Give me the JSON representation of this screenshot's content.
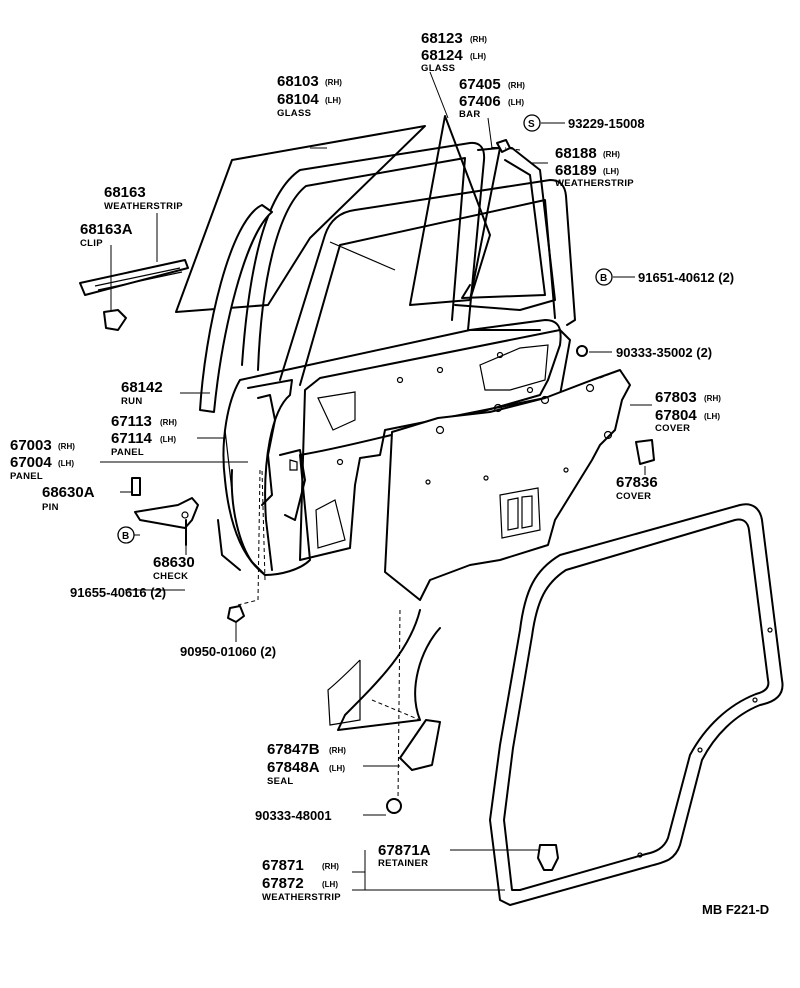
{
  "diagram_code": "MB F221-D",
  "parts": {
    "glass_front": {
      "pn1": "68103",
      "sfx1": "(RH)",
      "pn2": "68104",
      "sfx2": "(LH)",
      "name": "GLASS"
    },
    "glass_rear": {
      "pn1": "68123",
      "sfx1": "(RH)",
      "pn2": "68124",
      "sfx2": "(LH)",
      "name": "GLASS"
    },
    "bar": {
      "pn1": "67405",
      "sfx1": "(RH)",
      "pn2": "67406",
      "sfx2": "(LH)",
      "name": "BAR"
    },
    "screw_s": {
      "symbol": "S",
      "pn": "93229-15008"
    },
    "weatherstrip_glass": {
      "pn1": "68188",
      "sfx1": "(RH)",
      "pn2": "68189",
      "sfx2": "(LH)",
      "name": "WEATHERSTRIP"
    },
    "weatherstrip_belt": {
      "pn": "68163",
      "name": "WEATHERSTRIP"
    },
    "clip": {
      "pn": "68163A",
      "name": "CLIP"
    },
    "bolt_b1": {
      "symbol": "B",
      "pn": "91651-40612 (2)"
    },
    "plug": {
      "pn": "90333-35002 (2)"
    },
    "run": {
      "pn": "68142",
      "name": "RUN"
    },
    "cover": {
      "pn1": "67803",
      "sfx1": "(RH)",
      "pn2": "67804",
      "sfx2": "(LH)",
      "name": "COVER"
    },
    "panel_inner": {
      "pn1": "67113",
      "sfx1": "(RH)",
      "pn2": "67114",
      "sfx2": "(LH)",
      "name": "PANEL"
    },
    "panel_outer": {
      "pn1": "67003",
      "sfx1": "(RH)",
      "pn2": "67004",
      "sfx2": "(LH)",
      "name": "PANEL"
    },
    "pin": {
      "pn": "68630A",
      "name": "PIN"
    },
    "cover_small": {
      "pn": "67836",
      "name": "COVER"
    },
    "check": {
      "symbol": "B",
      "pn": "68630",
      "name": "CHECK"
    },
    "bolt_b2": {
      "pn": "91655-40616 (2)"
    },
    "grommet": {
      "pn": "90950-01060 (2)"
    },
    "seal": {
      "pn1": "67847B",
      "sfx1": "(RH)",
      "pn2": "67848A",
      "sfx2": "(LH)",
      "name": "SEAL"
    },
    "plug2": {
      "pn": "90333-48001"
    },
    "retainer": {
      "pn": "67871A",
      "name": "RETAINER"
    },
    "weatherstrip_door": {
      "pn1": "67871",
      "sfx1": "(RH)",
      "pn2": "67872",
      "sfx2": "(LH)",
      "name": "WEATHERSTRIP"
    }
  }
}
